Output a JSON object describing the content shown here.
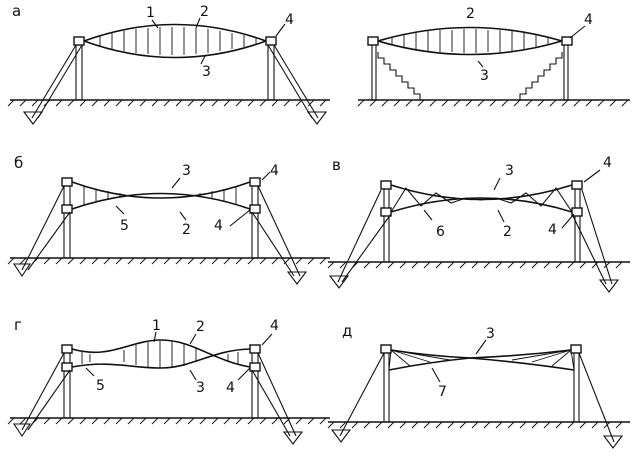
{
  "panels": [
    {
      "id": "a1",
      "letter": "а",
      "labels": [
        "1",
        "2",
        "3",
        "4"
      ]
    },
    {
      "id": "a2",
      "letter": "",
      "labels": [
        "2",
        "3",
        "4"
      ]
    },
    {
      "id": "b",
      "letter": "б",
      "labels": [
        "3",
        "4",
        "5",
        "2",
        "4"
      ]
    },
    {
      "id": "v",
      "letter": "в",
      "labels": [
        "3",
        "4",
        "6",
        "2",
        "4"
      ]
    },
    {
      "id": "g",
      "letter": "г",
      "labels": [
        "1",
        "2",
        "4",
        "5",
        "3",
        "4"
      ]
    },
    {
      "id": "d",
      "letter": "д",
      "labels": [
        "3",
        "7"
      ]
    }
  ]
}
